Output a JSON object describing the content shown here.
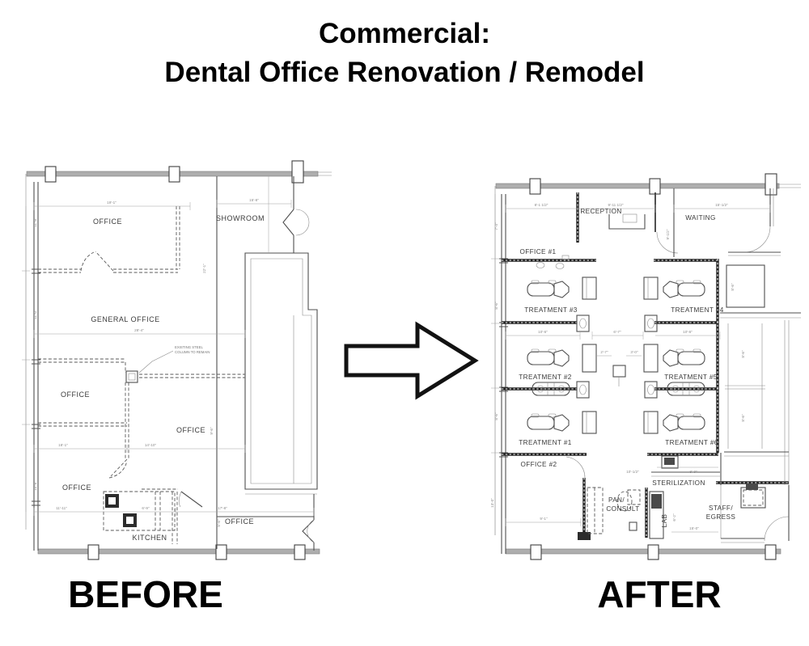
{
  "title": {
    "line1": "Commercial:",
    "line2": "Dental Office Renovation / Remodel"
  },
  "captions": {
    "before": "BEFORE",
    "after": "AFTER"
  },
  "arrow": {
    "icon": "right-arrow"
  },
  "colors": {
    "background": "#ffffff",
    "line": "#4f4f4f",
    "structural_wall": "#aeaeae",
    "new_wall": "#1e1e1e",
    "title_text": "#000000",
    "dim_text": "#8a8a8a"
  },
  "before_plan": {
    "rooms": [
      {
        "id": "office-top",
        "label": "OFFICE"
      },
      {
        "id": "showroom",
        "label": "SHOWROOM"
      },
      {
        "id": "general-office",
        "label": "GENERAL OFFICE"
      },
      {
        "id": "office-mid-left",
        "label": "OFFICE"
      },
      {
        "id": "office-mid-right",
        "label": "OFFICE"
      },
      {
        "id": "office-lower-left",
        "label": "OFFICE"
      },
      {
        "id": "kitchen",
        "label": "KITCHEN"
      },
      {
        "id": "office-bottom-right",
        "label": "OFFICE"
      }
    ],
    "note": {
      "line1": "EXISTING STEEL",
      "line2": "COLUMN TO REMAIN"
    },
    "dims": [
      {
        "id": "office-width",
        "text": "19'-1\""
      },
      {
        "id": "showroom-width",
        "text": "15'-8\""
      },
      {
        "id": "left-upper",
        "text": "11'-8\""
      },
      {
        "id": "showroom-depth",
        "text": "22'-1\""
      },
      {
        "id": "left-mid",
        "text": "11'-0\""
      },
      {
        "id": "general-office-width",
        "text": "28'-4\""
      },
      {
        "id": "left-lower",
        "text": "10'-8\""
      },
      {
        "id": "office-mid-left-width",
        "text": "18'-1\""
      },
      {
        "id": "office-mid-right-width",
        "text": "14'-10\""
      },
      {
        "id": "office-mid-right-depth",
        "text": "9'-6\""
      },
      {
        "id": "bottom-left-width",
        "text": "11'-11\""
      },
      {
        "id": "kitchen-width",
        "text": "6'-9\""
      },
      {
        "id": "office-br-width",
        "text": "17'-8\""
      },
      {
        "id": "office-br-depth",
        "text": "5'-6\""
      }
    ]
  },
  "after_plan": {
    "rooms": [
      {
        "id": "reception",
        "label": "RECEPTION"
      },
      {
        "id": "waiting",
        "label": "WAITING"
      },
      {
        "id": "office-1",
        "label": "OFFICE #1"
      },
      {
        "id": "treatment-3",
        "label": "TREATMENT #3"
      },
      {
        "id": "treatment-4",
        "label": "TREATMENT #4"
      },
      {
        "id": "treatment-2",
        "label": "TREATMENT #2"
      },
      {
        "id": "treatment-5",
        "label": "TREATMENT #5"
      },
      {
        "id": "treatment-1",
        "label": "TREATMENT #1"
      },
      {
        "id": "treatment-6",
        "label": "TREATMENT #6"
      },
      {
        "id": "office-2",
        "label": "OFFICE #2"
      },
      {
        "id": "sterilization",
        "label": "STERILIZATION"
      },
      {
        "id": "pan-consult",
        "label": "PAN/",
        "label2": "CONSULT"
      },
      {
        "id": "lab",
        "label": "LAB"
      },
      {
        "id": "staff-egress",
        "label": "STAFF/",
        "label2": "EGRESS"
      }
    ],
    "dims": [
      {
        "id": "reception-width",
        "text": "8'-1 1/2\""
      },
      {
        "id": "entry-width",
        "text": "9'-11 1/2\""
      },
      {
        "id": "waiting-width",
        "text": "15'-1/2\""
      },
      {
        "id": "left-top",
        "text": "7'-4\""
      },
      {
        "id": "entry-depth",
        "text": "9'-1/2\""
      },
      {
        "id": "left-mid-1",
        "text": "8'-6\""
      },
      {
        "id": "left-mid-2",
        "text": "8'-6\""
      },
      {
        "id": "left-bottom",
        "text": "13'-0\""
      },
      {
        "id": "row-left",
        "text": "10'-6\""
      },
      {
        "id": "row-center",
        "text": "6'-7\""
      },
      {
        "id": "row-right",
        "text": "10'-6\""
      },
      {
        "id": "center-left",
        "text": "2'-7\""
      },
      {
        "id": "center-right",
        "text": "3'-0\""
      },
      {
        "id": "right-room",
        "text": "8'-6\""
      },
      {
        "id": "right-strip-1",
        "text": "8'-6\""
      },
      {
        "id": "right-strip-2",
        "text": "8'-6\""
      },
      {
        "id": "office2-width",
        "text": "9'-1\""
      },
      {
        "id": "sterilization-width",
        "text": "10'-1/2\""
      },
      {
        "id": "staff-width",
        "text": "15'-0\""
      },
      {
        "id": "lab-depth",
        "text": "6'-2\""
      },
      {
        "id": "sterilization-depth",
        "text": "3'-0\""
      }
    ]
  }
}
